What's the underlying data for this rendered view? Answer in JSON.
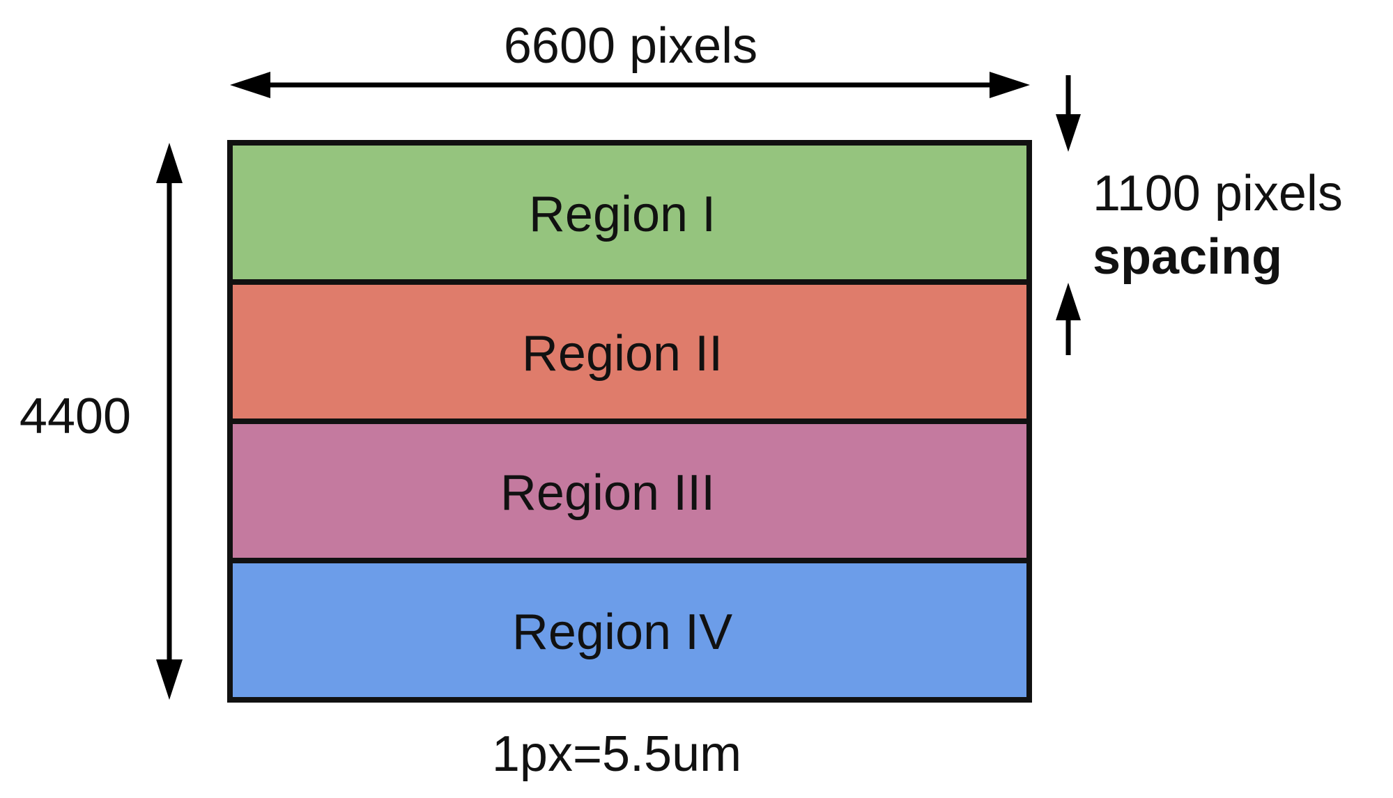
{
  "width_label": "6600 pixels",
  "height_label": "4400",
  "spacing_label": {
    "value": "1100 pixels",
    "word": "spacing"
  },
  "scale_label": "1px=5.5um",
  "regions": [
    {
      "label": "Region I",
      "color": "#95c47e"
    },
    {
      "label": "Region II",
      "color": "#df7c6b"
    },
    {
      "label": "Region III",
      "color": "#c47a9f"
    },
    {
      "label": "Region IV",
      "color": "#6c9de9"
    }
  ],
  "colors": {
    "border": "#111111",
    "arrow": "#000000",
    "text": "#111111"
  }
}
